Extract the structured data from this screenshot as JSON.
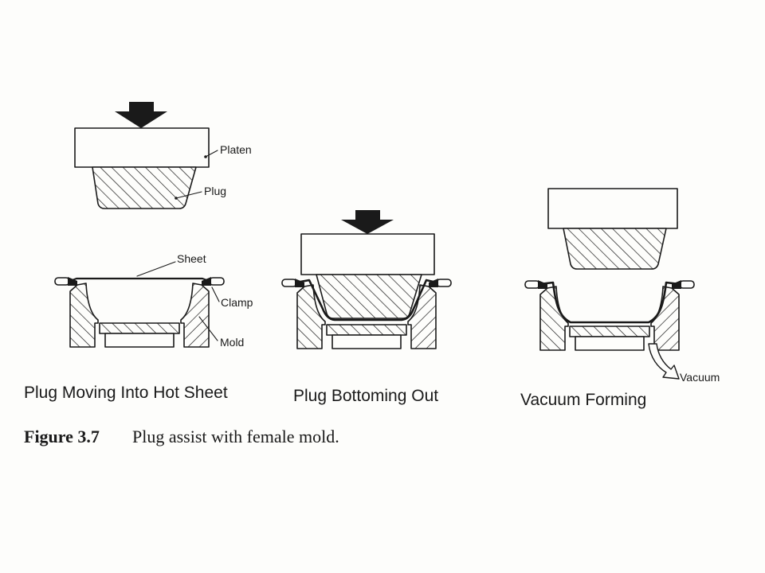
{
  "figure": {
    "number": "Figure 3.7",
    "caption": "Plug assist with female mold."
  },
  "panels": [
    {
      "title": "Plug Moving Into Hot Sheet"
    },
    {
      "title": "Plug Bottoming Out"
    },
    {
      "title": "Vacuum Forming"
    }
  ],
  "labels": {
    "platen": "Platen",
    "plug": "Plug",
    "sheet": "Sheet",
    "clamp": "Clamp",
    "mold": "Mold",
    "vacuum": "Vacuum"
  },
  "colors": {
    "ink": "#1a1a1a",
    "paper": "#fdfdfb"
  }
}
